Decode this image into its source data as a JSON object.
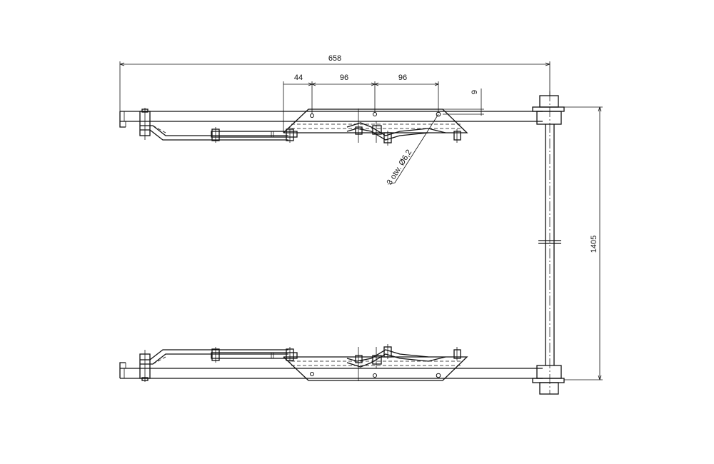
{
  "dimensions": {
    "overall_width": "658",
    "hole_offset": "44",
    "hole_spacing_1": "96",
    "hole_spacing_2": "96",
    "edge_offset": "9",
    "overall_height": "1405",
    "hole_note": "3 otw. Ø6,2"
  }
}
